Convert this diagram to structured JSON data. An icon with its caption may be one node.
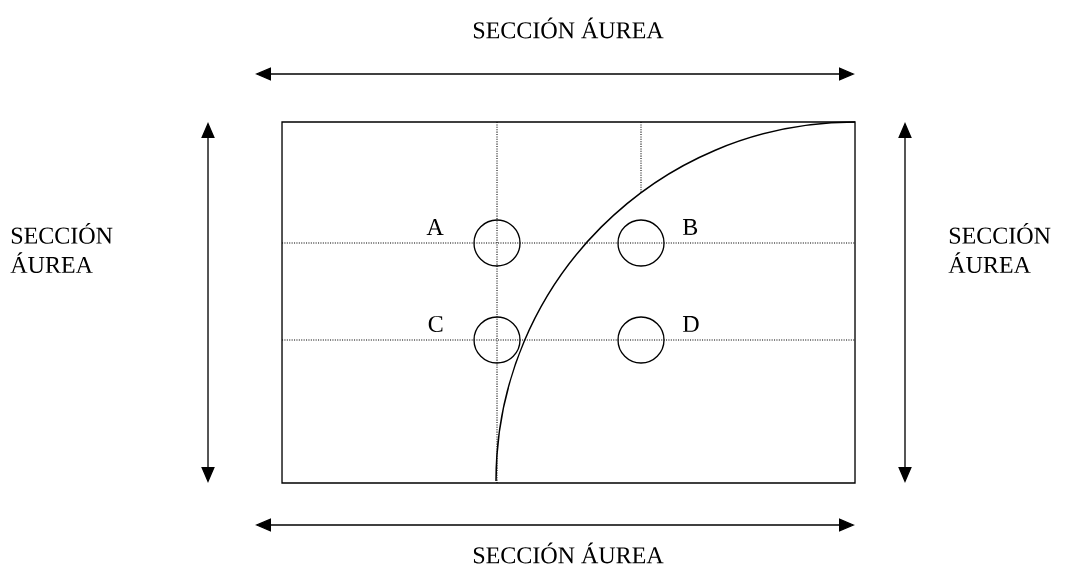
{
  "diagram": {
    "nodes": [
      {
        "text": [],
        "shape": "box"
      },
      {
        "text": [],
        "shape": "circle",
        "in": 0,
        "beside": [
          "A"
        ]
      },
      {
        "text": [],
        "shape": "circle",
        "in": 0,
        "beside": [
          "B"
        ]
      },
      {
        "text": [],
        "shape": "circle",
        "in": 0,
        "beside": [
          "C"
        ]
      },
      {
        "text": [],
        "shape": "circle",
        "in": 0,
        "beside": [
          "D"
        ]
      }
    ],
    "edges": [],
    "labels": [
      "SECCIÓN ÁUREA",
      "SECCIÓN ÁUREA",
      "SECCIÓN ÁUREA",
      "SECCIÓN ÁUREA"
    ]
  }
}
